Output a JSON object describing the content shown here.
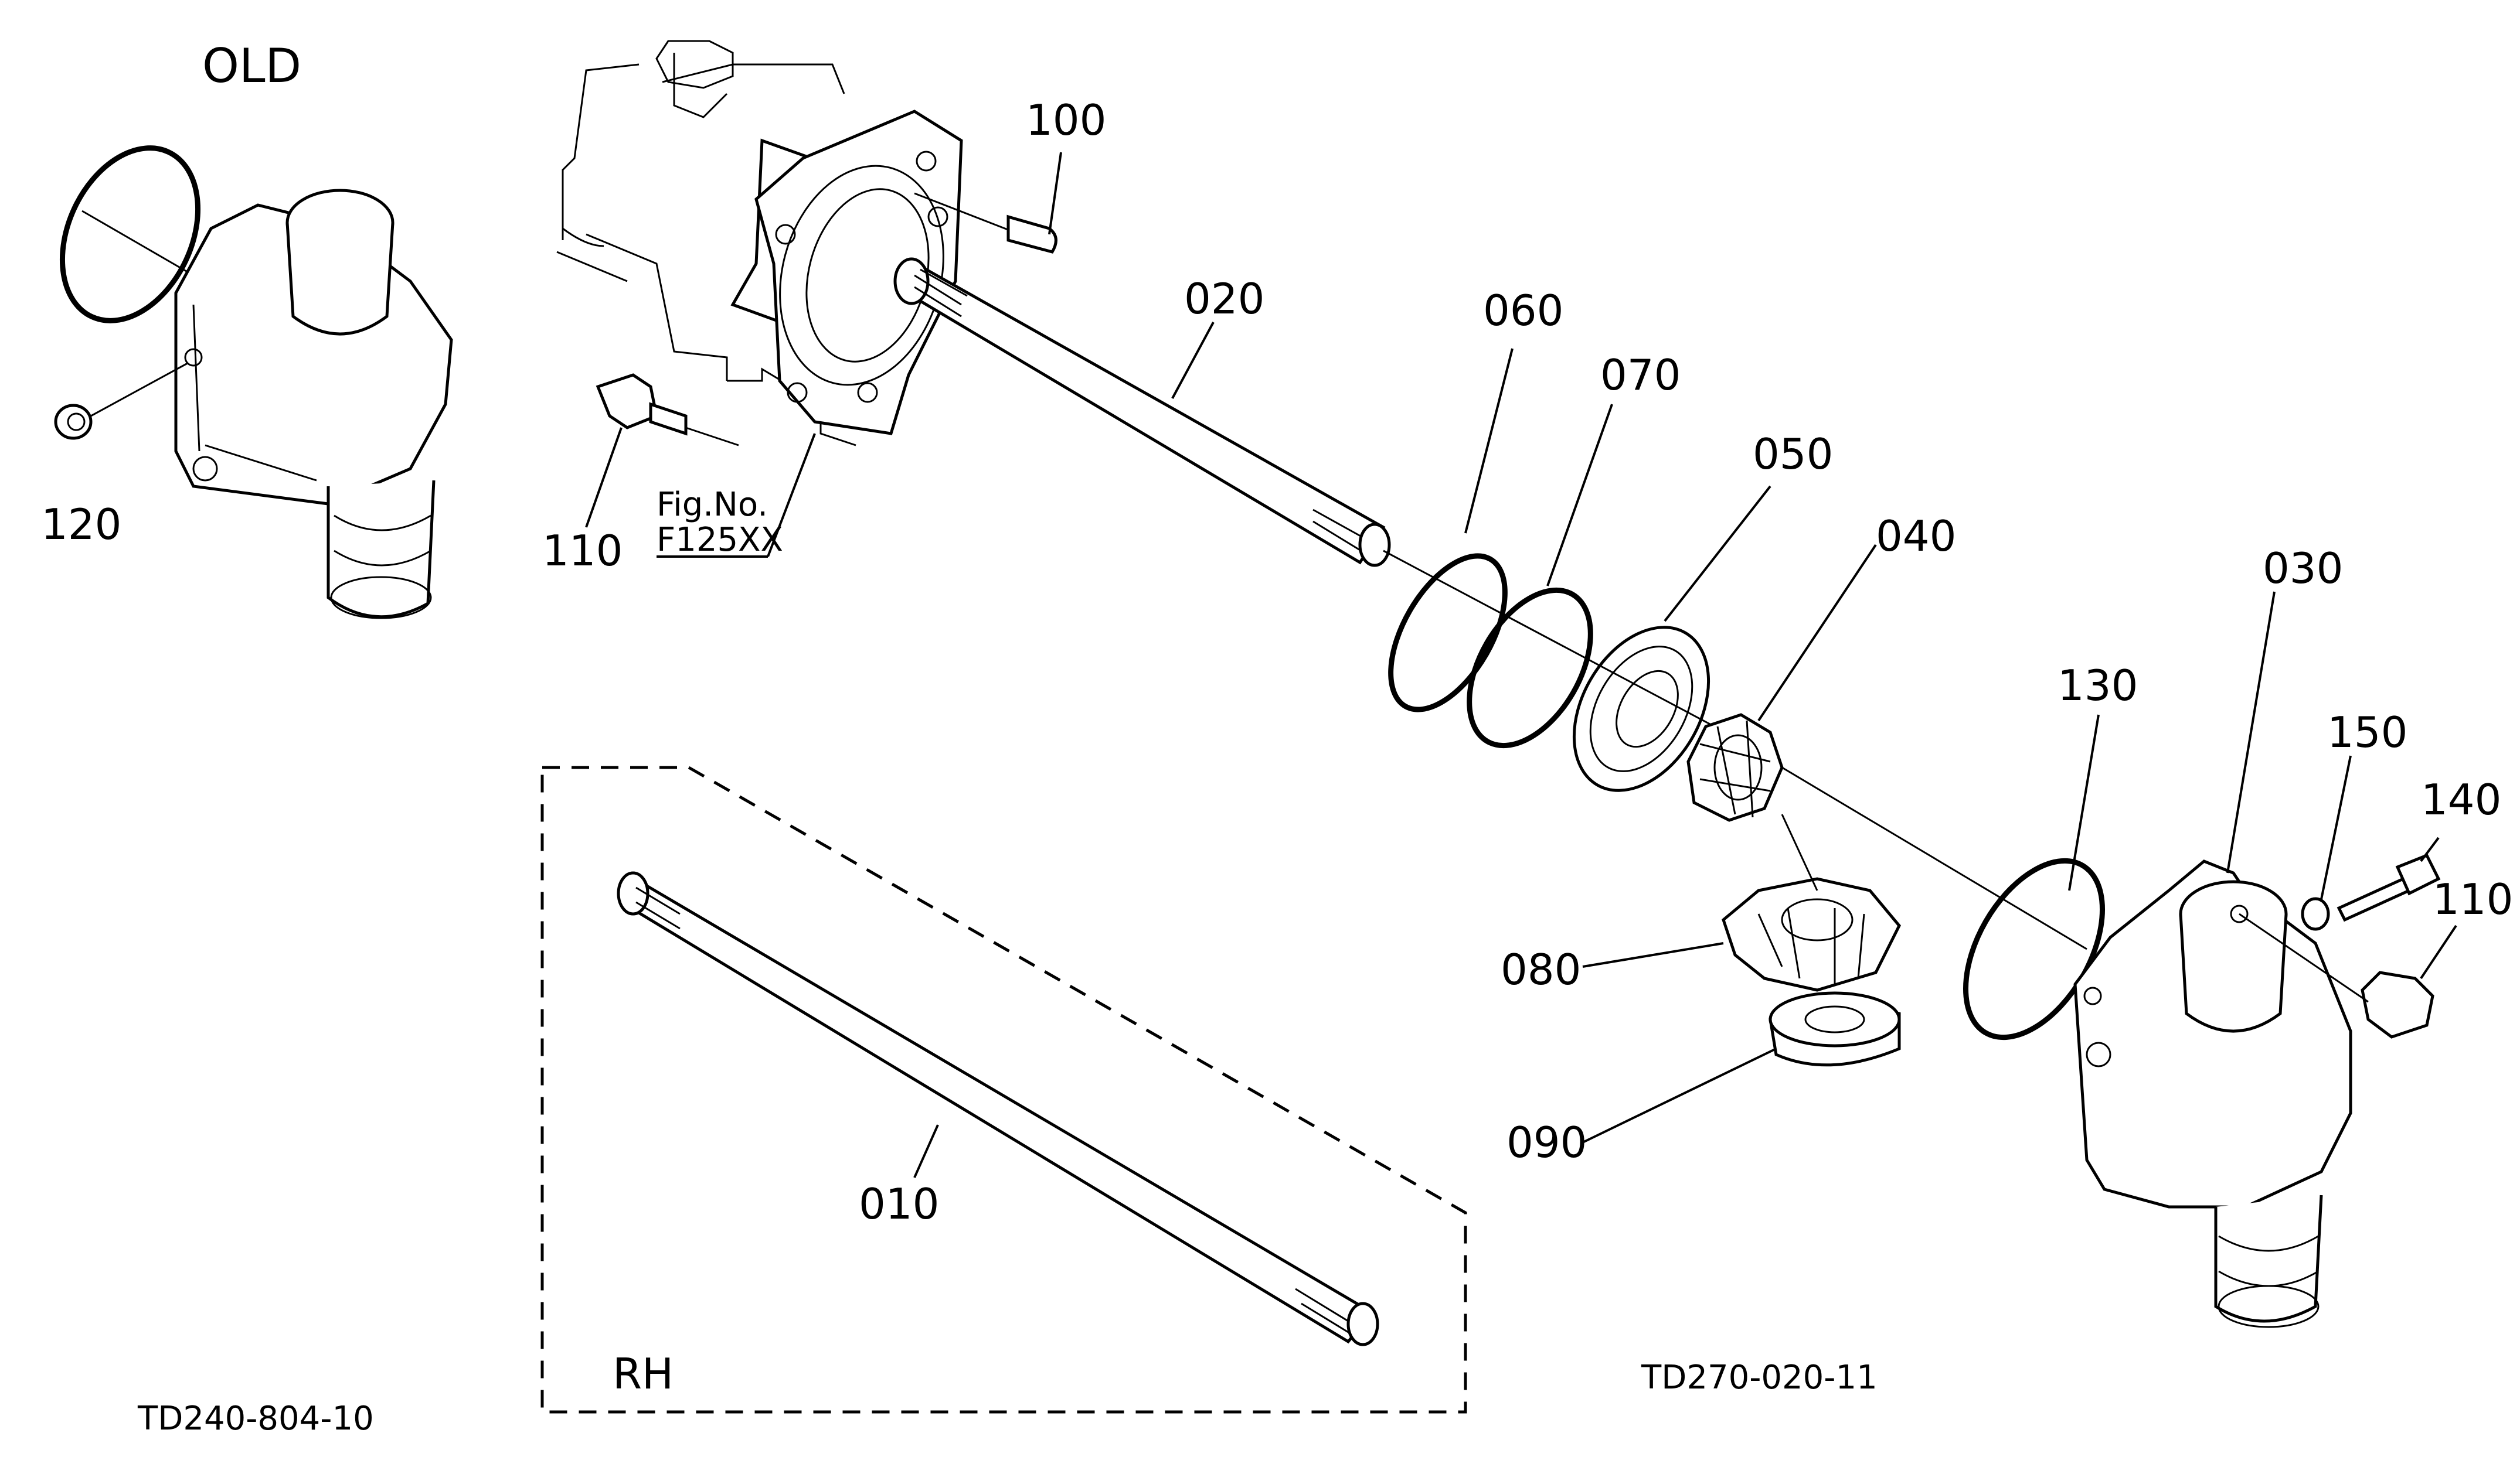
{
  "labels": {
    "old": "OLD",
    "rh": "RH",
    "fig_no": "Fig.No.",
    "fig_code": "F125XX",
    "drawing_id_left": "TD240-804-10",
    "drawing_id_right": "TD270-020-11"
  },
  "parts": {
    "p010": "010",
    "p020": "020",
    "p030": "030",
    "p040": "040",
    "p050": "050",
    "p060": "060",
    "p070": "070",
    "p080": "080",
    "p090": "090",
    "p100": "100",
    "p110a": "110",
    "p110b": "110",
    "p120": "120",
    "p130": "130",
    "p140": "140",
    "p150": "150"
  }
}
